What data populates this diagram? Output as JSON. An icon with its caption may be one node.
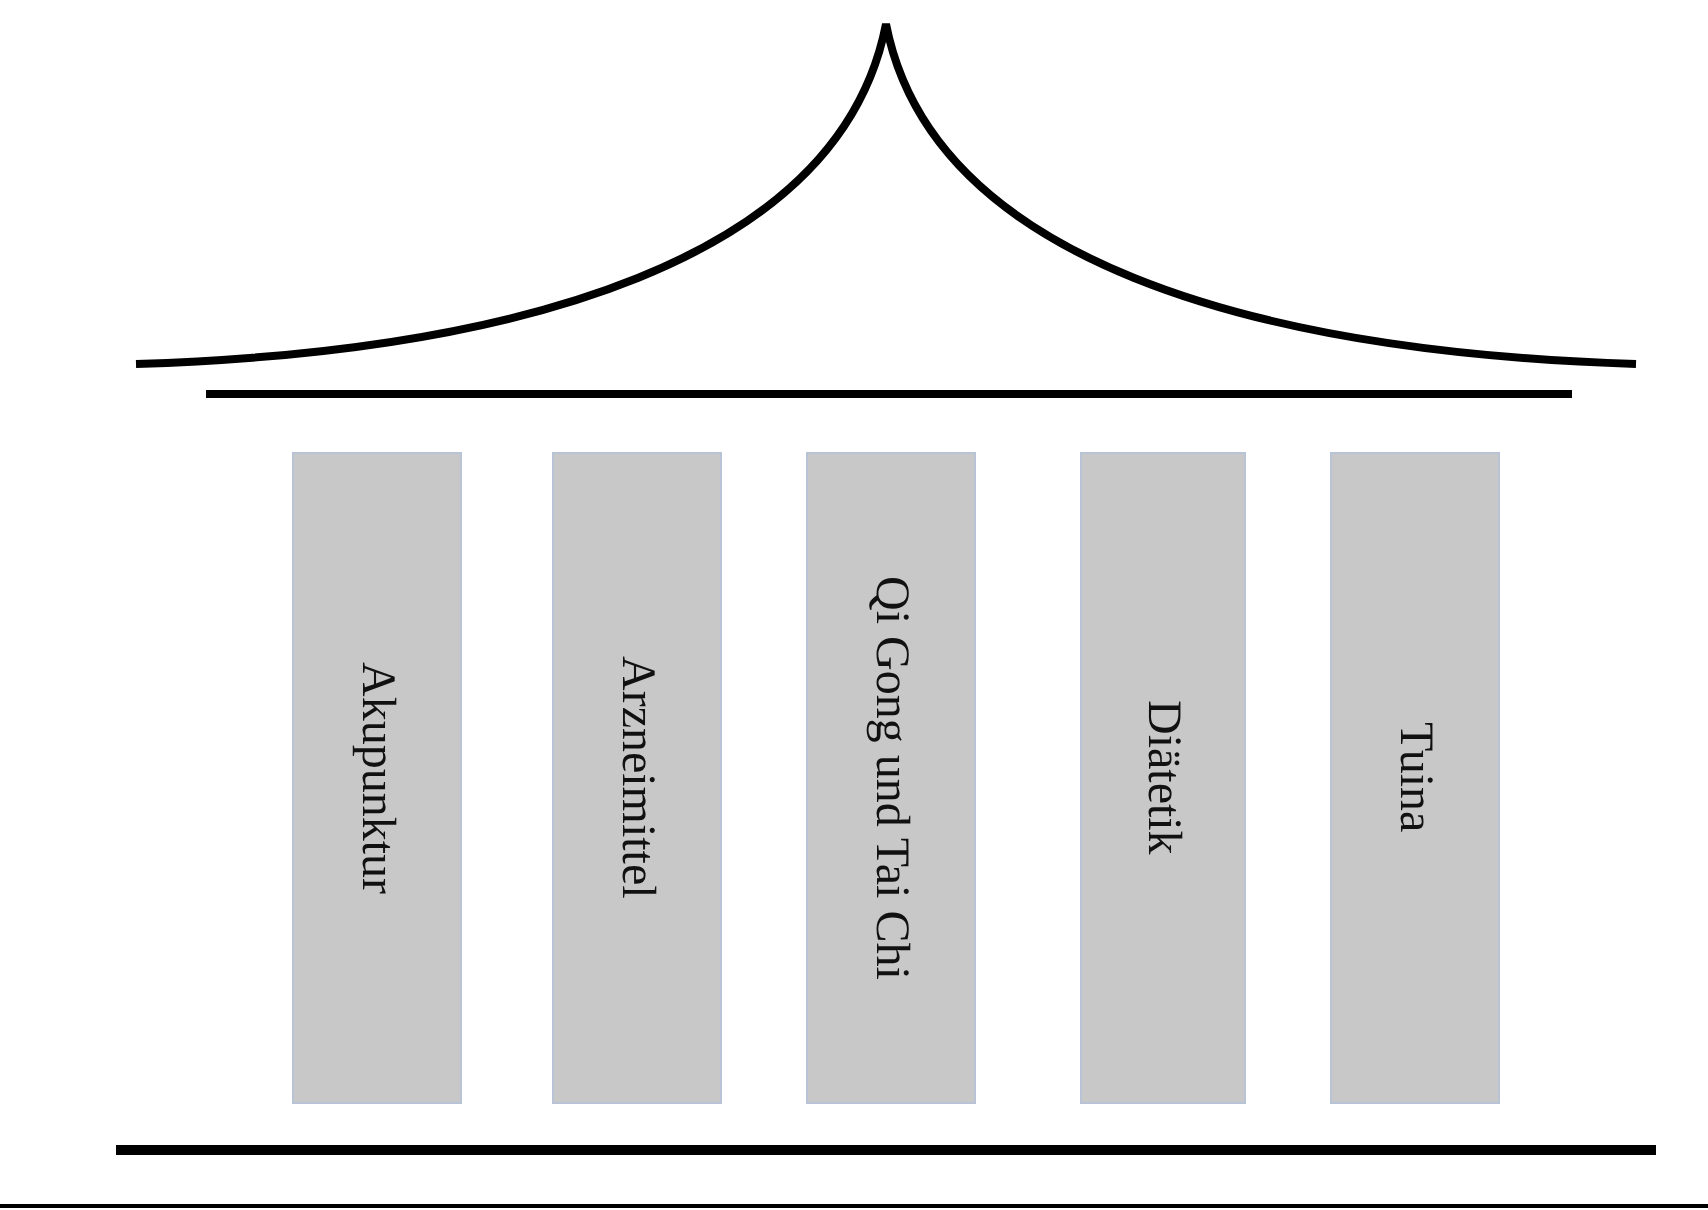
{
  "diagram": {
    "nodes": [
      {
        "text": [
          "Akupunktur"
        ]
      },
      {
        "text": [
          "Arzneimittel"
        ]
      },
      {
        "text": [
          "Qi Gong und Tai Chi"
        ]
      },
      {
        "text": [
          "Diätetik"
        ]
      },
      {
        "text": [
          "Tuina"
        ]
      }
    ]
  }
}
